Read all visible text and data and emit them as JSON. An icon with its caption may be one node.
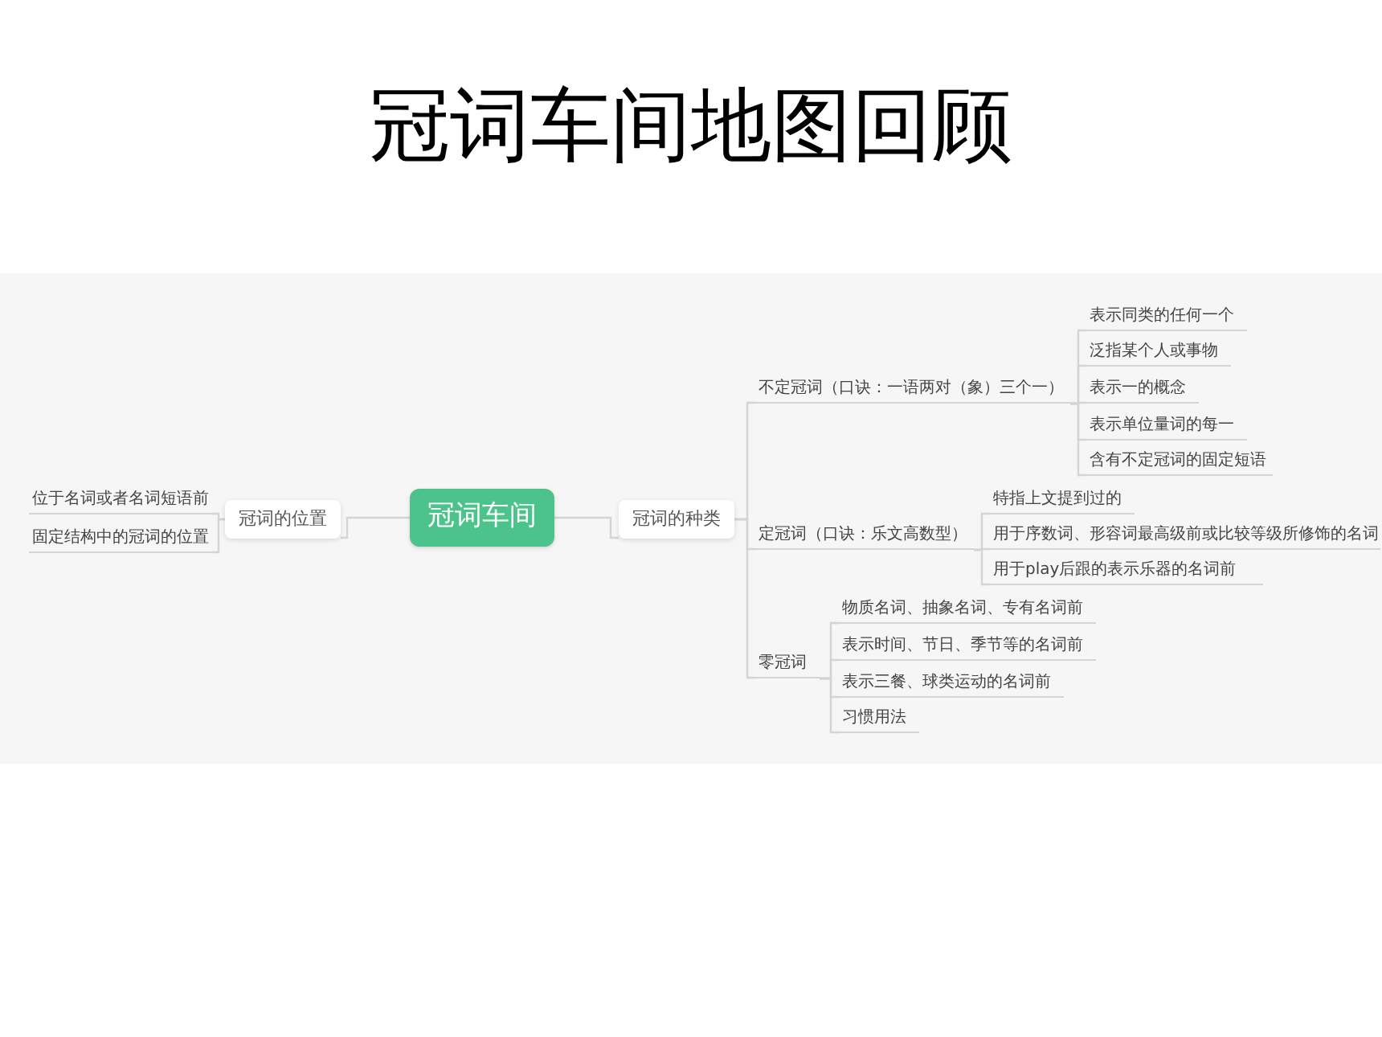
{
  "diagram": {
    "title": "冠词车间地图回顾",
    "nodes": [
      {
        "text": [
          "冠词车间"
        ]
      },
      {
        "text": [
          "冠词的位置"
        ]
      },
      {
        "text": [
          "位于名词或者名词短语前"
        ]
      },
      {
        "text": [
          "固定结构中的冠词的位置"
        ]
      },
      {
        "text": [
          "冠词的种类"
        ]
      },
      {
        "text": [
          "不定冠词（口诀：一语两对（象）三个一）"
        ]
      },
      {
        "text": [
          "表示同类的任何一个"
        ]
      },
      {
        "text": [
          "泛指某个人或事物"
        ]
      },
      {
        "text": [
          "表示一的概念"
        ]
      },
      {
        "text": [
          "表示单位量词的每一"
        ]
      },
      {
        "text": [
          "含有不定冠词的固定短语"
        ]
      },
      {
        "text": [
          "定冠词（口诀：乐文高数型）"
        ]
      },
      {
        "text": [
          "特指上文提到过的"
        ]
      },
      {
        "text": [
          "用于序数词、形容词最高级前或比较等级所修饰的名词"
        ]
      },
      {
        "text": [
          "用于play后跟的表示乐器的名词前"
        ]
      },
      {
        "text": [
          "零冠词"
        ]
      },
      {
        "text": [
          "物质名词、抽象名词、专有名词前"
        ]
      },
      {
        "text": [
          "表示时间、节日、季节等的名词前"
        ]
      },
      {
        "text": [
          "表示三餐、球类运动的名词前"
        ]
      },
      {
        "text": [
          "习惯用法"
        ]
      }
    ],
    "edges": [
      {
        "from": 0,
        "to": 1,
        "arrow": "none"
      },
      {
        "from": 1,
        "to": 2,
        "arrow": "none"
      },
      {
        "from": 1,
        "to": 3,
        "arrow": "none"
      },
      {
        "from": 0,
        "to": 4,
        "arrow": "none"
      },
      {
        "from": 4,
        "to": 5,
        "arrow": "none"
      },
      {
        "from": 4,
        "to": 11,
        "arrow": "none"
      },
      {
        "from": 4,
        "to": 15,
        "arrow": "none"
      },
      {
        "from": 5,
        "to": 6,
        "arrow": "none"
      },
      {
        "from": 5,
        "to": 7,
        "arrow": "none"
      },
      {
        "from": 5,
        "to": 8,
        "arrow": "none"
      },
      {
        "from": 5,
        "to": 9,
        "arrow": "none"
      },
      {
        "from": 5,
        "to": 10,
        "arrow": "none"
      },
      {
        "from": 11,
        "to": 12,
        "arrow": "none"
      },
      {
        "from": 11,
        "to": 13,
        "arrow": "none"
      },
      {
        "from": 11,
        "to": 14,
        "arrow": "none"
      },
      {
        "from": 15,
        "to": 16,
        "arrow": "none"
      },
      {
        "from": 15,
        "to": 17,
        "arrow": "none"
      },
      {
        "from": 15,
        "to": 18,
        "arrow": "none"
      },
      {
        "from": 15,
        "to": 19,
        "arrow": "none"
      }
    ]
  }
}
